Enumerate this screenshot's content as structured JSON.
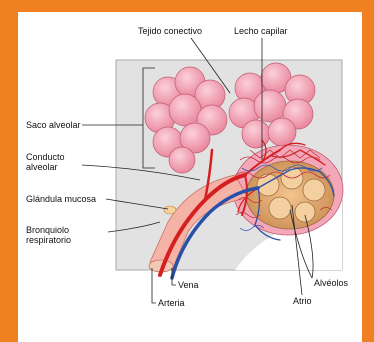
{
  "labels": {
    "tejido_conectivo": "Tejido conectivo",
    "lecho_capilar": "Lecho capilar",
    "saco_alveolar": "Saco alveolar",
    "conducto_alveolar_1": "Conducto",
    "conducto_alveolar_2": "alveolar",
    "glandula_mucosa": "Glándula mucosa",
    "bronquiolo_1": "Bronquiolo",
    "bronquiolo_2": "respiratorio",
    "vena": "Vena",
    "arteria": "Arteria",
    "alveolos": "Alvéolos",
    "atrio": "Atrio"
  },
  "colors": {
    "frame_border": "#f08020",
    "alveolus_pink": "#f59bb0",
    "artery_red": "#d62020",
    "vein_blue": "#2a4fa8",
    "tissue_gray": "#d9d9d9",
    "atrium_tan": "#d9a06a"
  }
}
